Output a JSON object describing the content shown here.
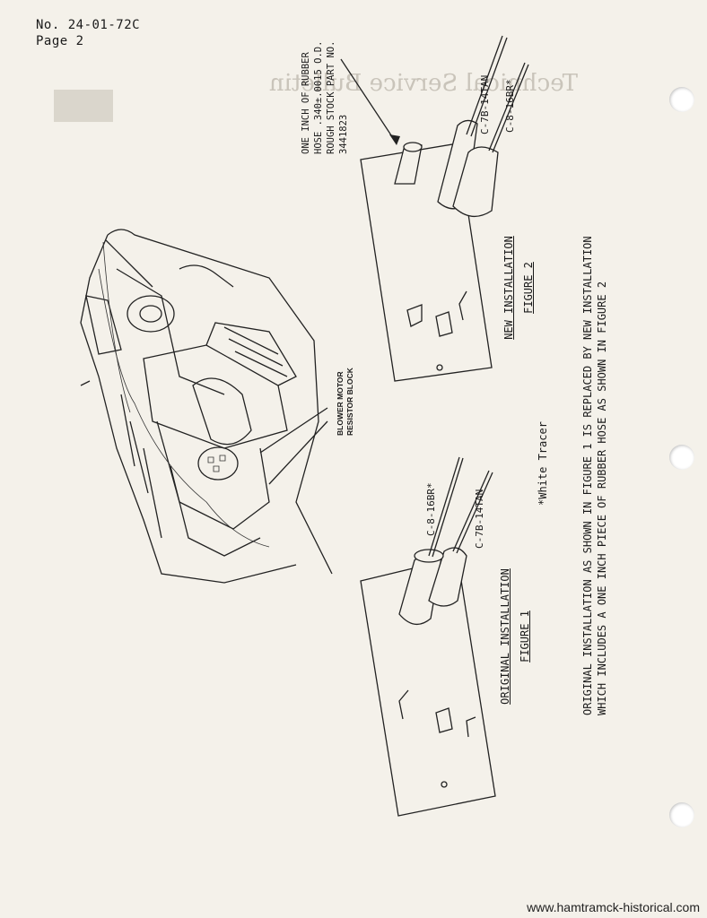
{
  "header": {
    "doc_number": "No. 24-01-72C",
    "page": "Page 2"
  },
  "callouts": {
    "rubber_hose": [
      "ONE INCH OF RUBBER",
      "HOSE .340±.0015 O.D.",
      "ROUGH STOCK PART NO.",
      "3441823"
    ],
    "blower_motor": [
      "BLOWER MOTOR",
      "RESISTOR BLOCK"
    ],
    "wire_tan": "C-7B-14TAN",
    "wire_br": "C-8-16BR*",
    "white_tracer": "*White Tracer"
  },
  "figures": {
    "new_title": "NEW INSTALLATION",
    "new_label": "FIGURE 2",
    "orig_title": "ORIGINAL INSTALLATION",
    "orig_label": "FIGURE 1"
  },
  "caption": {
    "line1": "ORIGINAL INSTALLATION AS SHOWN IN FIGURE 1 IS REPLACED BY NEW INSTALLATION",
    "line2": "WHICH INCLUDES A ONE INCH PIECE OF RUBBER HOSE AS SHOWN IN FIGURE 2"
  },
  "watermark": "www.hamtramck-historical.com",
  "colors": {
    "paper": "#f4f1ea",
    "ink": "#1a1a1a",
    "bleed": "#c9c4ba"
  }
}
